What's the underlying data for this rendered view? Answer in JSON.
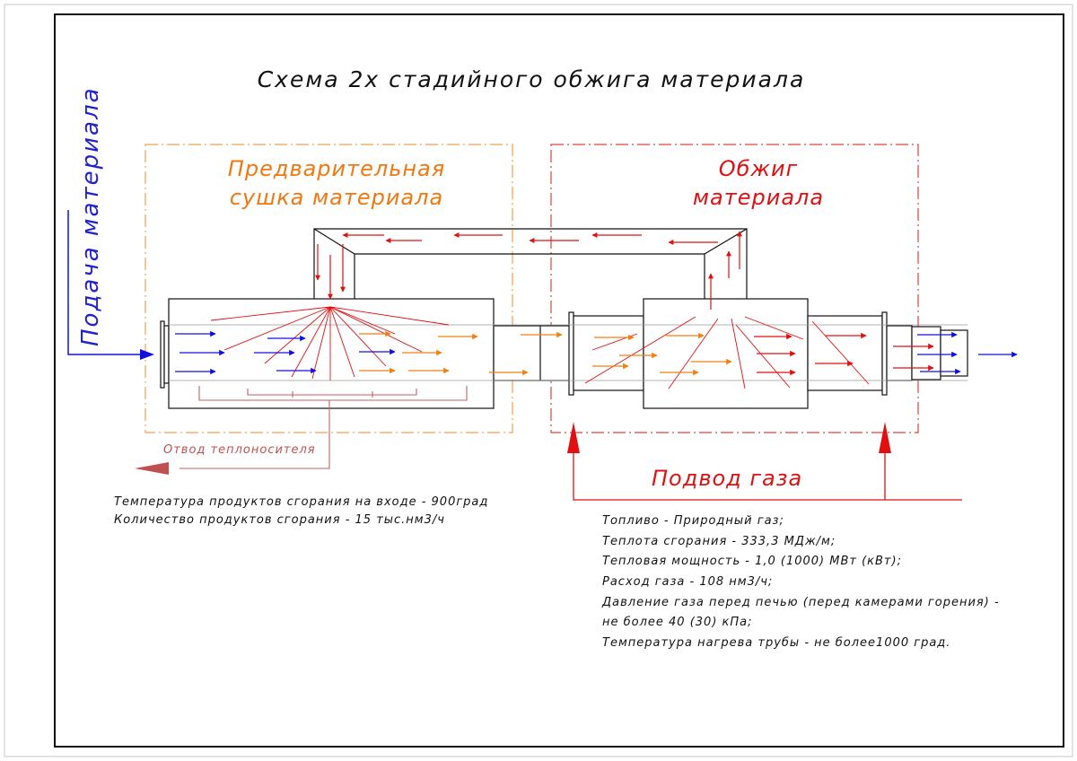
{
  "title": "Схема 2х стадийного обжига материала",
  "feed_label": "Подача материала",
  "drying_zone_label": [
    "Предварительная",
    "сушка материала"
  ],
  "firing_zone_label": [
    "Обжиг",
    "материала"
  ],
  "exhaust_label": "Отвод теплоносителя",
  "gas_supply_label": "Подвод газа",
  "inlet_notes": [
    "Температура продуктов сгорания на входе - 900град",
    "Количество продуктов сгорания - 15 тыс.нм3/ч"
  ],
  "gas_notes": [
    "Топливо - Природный газ;",
    "Теплота сгорания - 333,3 МДж/м;",
    "Тепловая мощность  - 1,0 (1000) МВт (кВт);",
    "Расход газа - 108 нм3/ч;",
    "Давление газа перед печью (перед камерами горения) -",
    "не более 40 (30) кПа;",
    "Температура нагрева трубы - не более1000 град."
  ],
  "colors": {
    "drying_zone": "#f0a050",
    "firing_zone": "#e04040",
    "heat_flow": "#e01010",
    "material_flow": "#1010dd",
    "heated_material": "#f08010",
    "exhaust": "#c05050",
    "text_orange": "#f07810",
    "text_red": "#dd1111",
    "text_blue": "#2222cc"
  }
}
